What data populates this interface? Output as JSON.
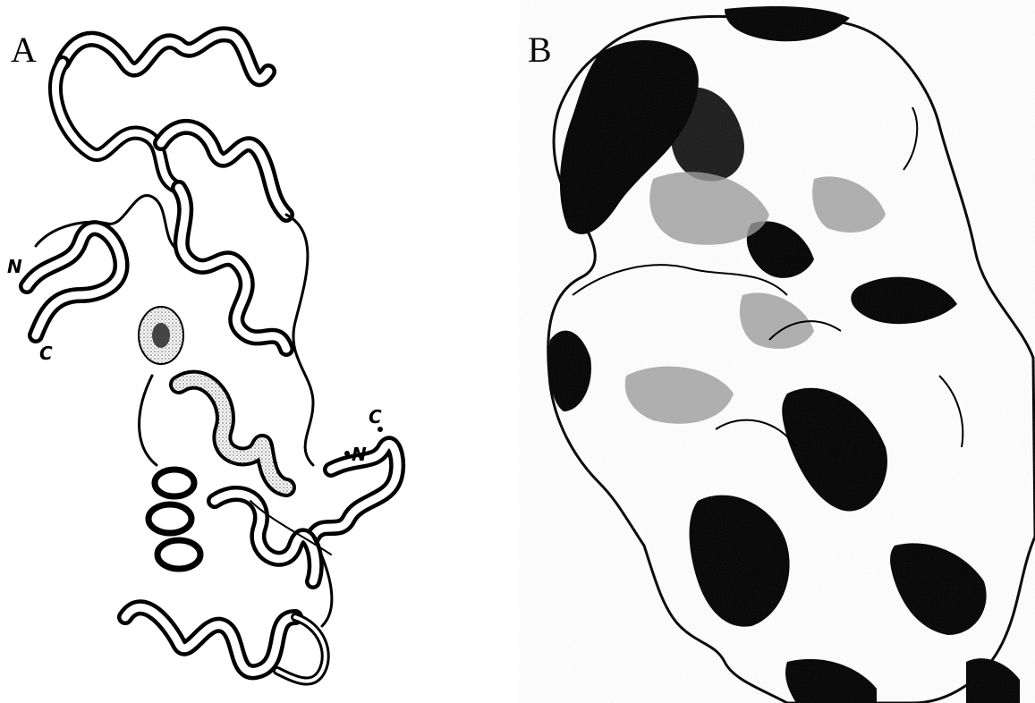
{
  "figure": {
    "panel_a": {
      "label": "A",
      "termini": {
        "chain1_n": "N",
        "chain1_c": "C",
        "chain2_n": "N",
        "chain2_c": "C"
      }
    },
    "panel_b": {
      "label": "B"
    }
  },
  "colors": {
    "ink": "#000000",
    "paper": "#ffffff",
    "shade": "#9a9a9a"
  }
}
